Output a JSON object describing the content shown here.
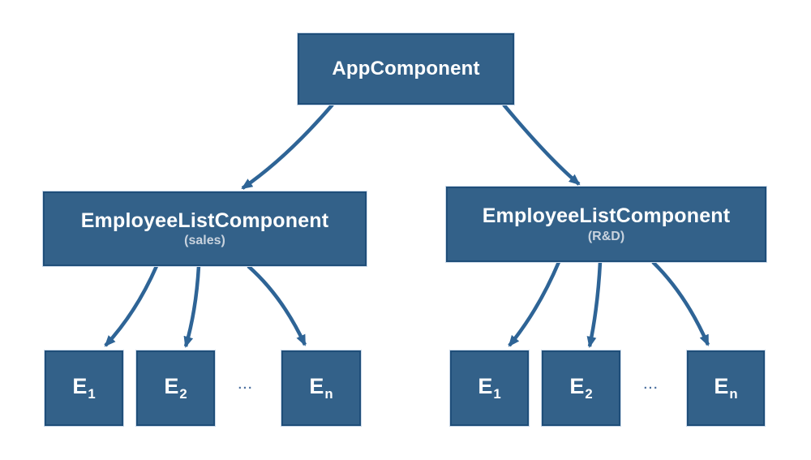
{
  "diagram": {
    "type": "component-tree",
    "root": {
      "label": "AppComponent"
    },
    "branches": [
      {
        "label": "EmployeeListComponent",
        "sublabel": "(sales)",
        "ellipsis": "...",
        "children": [
          {
            "base": "E",
            "sub": "1"
          },
          {
            "base": "E",
            "sub": "2"
          },
          {
            "base": "E",
            "sub": "n"
          }
        ]
      },
      {
        "label": "EmployeeListComponent",
        "sublabel": "(R&D)",
        "ellipsis": "...",
        "children": [
          {
            "base": "E",
            "sub": "1"
          },
          {
            "base": "E",
            "sub": "2"
          },
          {
            "base": "E",
            "sub": "n"
          }
        ]
      }
    ],
    "colors": {
      "box_fill": "#336189",
      "box_border": "#1f4e79",
      "arrow": "#2e6496",
      "label_text": "#ffffff",
      "sublabel_text": "#c9d3de",
      "ellipsis_text": "#4a6f9e",
      "background": "#ffffff"
    }
  }
}
